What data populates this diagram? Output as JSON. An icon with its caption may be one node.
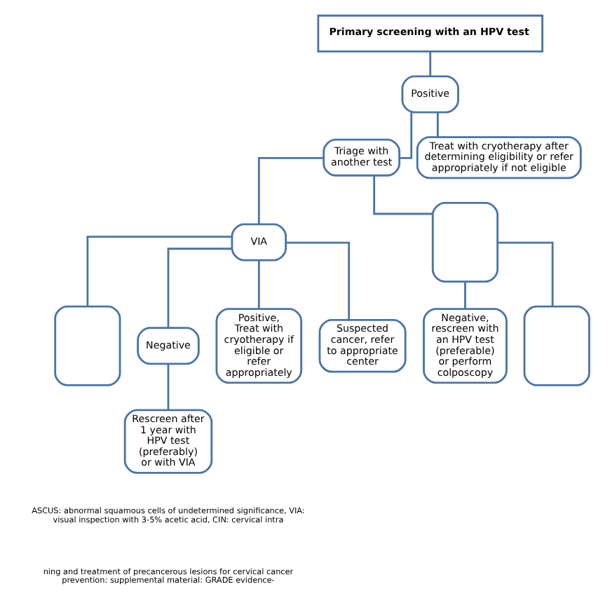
{
  "diagram": {
    "nodes": [
      {
        "text": [
          "Primary screening with an HPV test"
        ]
      },
      {
        "text": [
          "Positive"
        ]
      },
      {
        "text": [
          "Triage with another test"
        ]
      },
      {
        "text": [
          "Treat with cryotherapy after determining eligibility or refer appropriately if not eligible"
        ]
      },
      {
        "text": [
          "VIA"
        ]
      },
      {
        "text": [],
        "shape": "box"
      },
      {
        "text": [],
        "shape": "box"
      },
      {
        "text": [
          "Negative"
        ]
      },
      {
        "text": [
          "Positive, Treat with cryotherapy if eligible or refer appropriately"
        ]
      },
      {
        "text": [
          "Suspected cancer, refer to appropriate center"
        ]
      },
      {
        "text": [
          "Negative, rescreen with an HPV test (preferable) or perform colposcopy"
        ]
      },
      {
        "text": [],
        "shape": "box"
      },
      {
        "text": [
          "Rescreen after 1 year with HPV test (preferably) or with VIA"
        ]
      }
    ],
    "edges": [
      {
        "from": 0,
        "to": 1,
        "arrow": "none"
      },
      {
        "from": 1,
        "to": 2,
        "arrow": "none"
      },
      {
        "from": 1,
        "to": 3,
        "arrow": "none"
      },
      {
        "from": 2,
        "to": 4,
        "arrow": "none"
      },
      {
        "from": 2,
        "to": 5,
        "arrow": "none"
      },
      {
        "from": 4,
        "to": 6,
        "arrow": "none"
      },
      {
        "from": 4,
        "to": 7,
        "arrow": "none"
      },
      {
        "from": 4,
        "to": 8,
        "arrow": "none"
      },
      {
        "from": 4,
        "to": 9,
        "arrow": "none"
      },
      {
        "from": 5,
        "to": 10,
        "arrow": "none"
      },
      {
        "from": 5,
        "to": 11,
        "arrow": "none"
      },
      {
        "from": 7,
        "to": 12,
        "arrow": "none"
      }
    ],
    "labels": [
      "ASCUS: abnormal squamous cells of undetermined significance, VIA: visual inspection with 3-5% acetic acid, CIN: cervical intra",
      "ning and treatment of precancerous lesions for cervical cancer prevention: supplemental material: GRADE evidence-"
    ]
  }
}
